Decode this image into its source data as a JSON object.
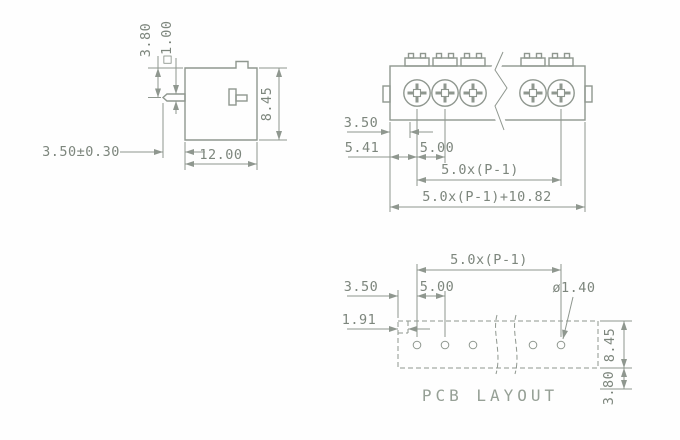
{
  "colors": {
    "line": "#8f978f",
    "text": "#7d867d",
    "background": "#ffffff"
  },
  "side_view": {
    "dim_pin_offset": "3.80",
    "dim_pin_square": "□1.00",
    "dim_pin_length": "3.50±0.30",
    "dim_depth": "12.00",
    "dim_height": "8.45"
  },
  "front_view": {
    "dim_edge": "3.50",
    "dim_end_margin": "5.41",
    "dim_pitch": "5.00",
    "dim_span": "5.0x(P-1)",
    "dim_total": "5.0x(P-1)+10.82"
  },
  "pcb_layout": {
    "dim_span": "5.0x(P-1)",
    "dim_edge": "3.50",
    "dim_pitch": "5.00",
    "dim_step": "1.91",
    "dim_hole": "ø1.40",
    "dim_height": "8.45",
    "dim_offset": "3.80",
    "label": "PCB LAYOUT"
  }
}
